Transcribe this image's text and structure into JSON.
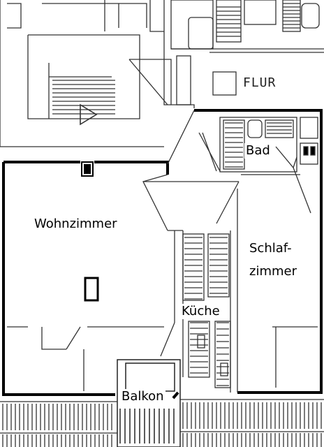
{
  "rooms": {
    "flur": "FLUR",
    "bad": "Bad",
    "wohnzimmer": "Wohnzimmer",
    "schlafzimmer_line1": "Schlaf-",
    "schlafzimmer_line2": "zimmer",
    "kueche": "Küche",
    "balkon": "Balkon"
  }
}
